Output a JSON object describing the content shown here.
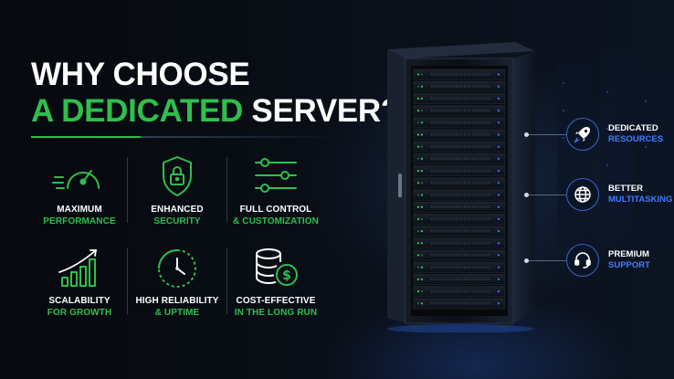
{
  "headline": {
    "line1": "WHY CHOOSE",
    "line2_accent": "A DEDICATED",
    "line2_rest": " SERVER?"
  },
  "colors": {
    "accent_green": "#2fbf4c",
    "accent_blue": "#3d7dff",
    "background": "#05080d",
    "text": "#ffffff"
  },
  "features": [
    {
      "icon": "speedometer-icon",
      "line1": "MAXIMUM",
      "line2": "PERFORMANCE"
    },
    {
      "icon": "shield-lock-icon",
      "line1": "ENHANCED",
      "line2": "SECURITY"
    },
    {
      "icon": "sliders-icon",
      "line1": "FULL CONTROL",
      "line2": "& CUSTOMIZATION"
    },
    {
      "icon": "growth-chart-icon",
      "line1": "SCALABILITY",
      "line2": "FOR GROWTH"
    },
    {
      "icon": "clock-icon",
      "line1": "HIGH RELIABILITY",
      "line2": "& UPTIME"
    },
    {
      "icon": "database-dollar-icon",
      "line1": "COST-EFFECTIVE",
      "line2": "IN THE LONG RUN"
    }
  ],
  "callouts": [
    {
      "icon": "rocket-icon",
      "line1": "DEDICATED",
      "line2": "RESOURCES"
    },
    {
      "icon": "globe-icon",
      "line1": "BETTER",
      "line2": "MULTITASKING"
    },
    {
      "icon": "headset-icon",
      "line1": "PREMIUM",
      "line2": "SUPPORT"
    }
  ]
}
